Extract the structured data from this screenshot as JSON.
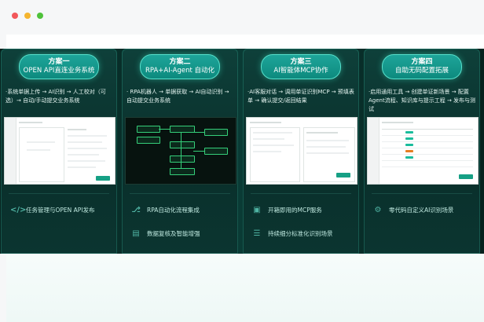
{
  "window": {
    "controls": [
      "close",
      "minimize",
      "maximize"
    ]
  },
  "colors": {
    "accent": "#1ea59a",
    "band": "#0a3b35",
    "text_light": "#e4f4f0"
  },
  "cards": [
    {
      "title": "方案一",
      "subtitle": "OPEN API直连业务系统",
      "desc": "·系统单据上传 → AI识别 → 人工校对（可选）→ 自动/手动提交业务系统",
      "screenshot": "document-form-ui",
      "features": [
        {
          "icon": "code-icon",
          "label": "任务管理与OPEN API发布"
        }
      ]
    },
    {
      "title": "方案二",
      "subtitle": "RPA+AI-Agent 自动化",
      "desc": "· RPA机器人 → 单据获取 → AI自动识别 → 自动提交业务系统",
      "screenshot": "rpa-flow-diagram",
      "features": [
        {
          "icon": "flow-icon",
          "label": "RPA自动化流程集成"
        },
        {
          "icon": "server-icon",
          "label": "数据复核及智能增强"
        }
      ]
    },
    {
      "title": "方案三",
      "subtitle": "AI智能体MCP协作",
      "desc": "·AI客服对话 → 调用单证识别MCP → 预填表单 → 确认提交/返回结果",
      "screenshot": "chat-form-ui",
      "features": [
        {
          "icon": "service-icon",
          "label": "开箱即用的MCP服务"
        },
        {
          "icon": "list-icon",
          "label": "持续细分标准化识别场景"
        }
      ]
    },
    {
      "title": "方案四",
      "subtitle": "自助无码配置拓展",
      "desc": "·启用通用工具 → 创建单证新场景 → 配置Agent流程、知识库与提示工程 → 发布与测试",
      "screenshot": "config-table-ui",
      "features": [
        {
          "icon": "gear-icon",
          "label": "零代码自定义AI识别场景"
        }
      ]
    }
  ]
}
